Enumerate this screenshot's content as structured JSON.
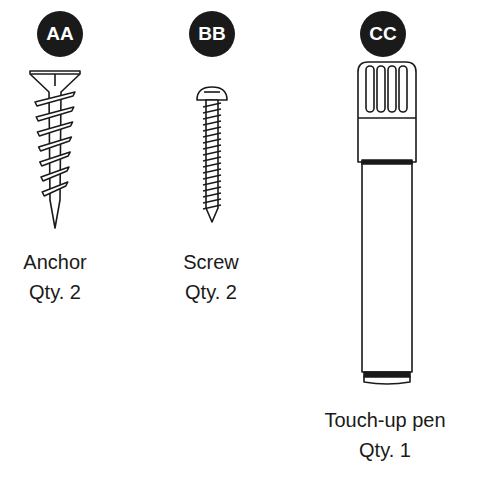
{
  "diagram": {
    "nodes": [
      {
        "text": [
          "AA"
        ]
      },
      {
        "text": [
          "BB"
        ]
      },
      {
        "text": [
          "CC"
        ]
      }
    ],
    "labels": [
      "Anchor",
      "Qty. 2",
      "Screw",
      "Qty. 2",
      "Touch-up pen",
      "Qty. 1"
    ]
  }
}
